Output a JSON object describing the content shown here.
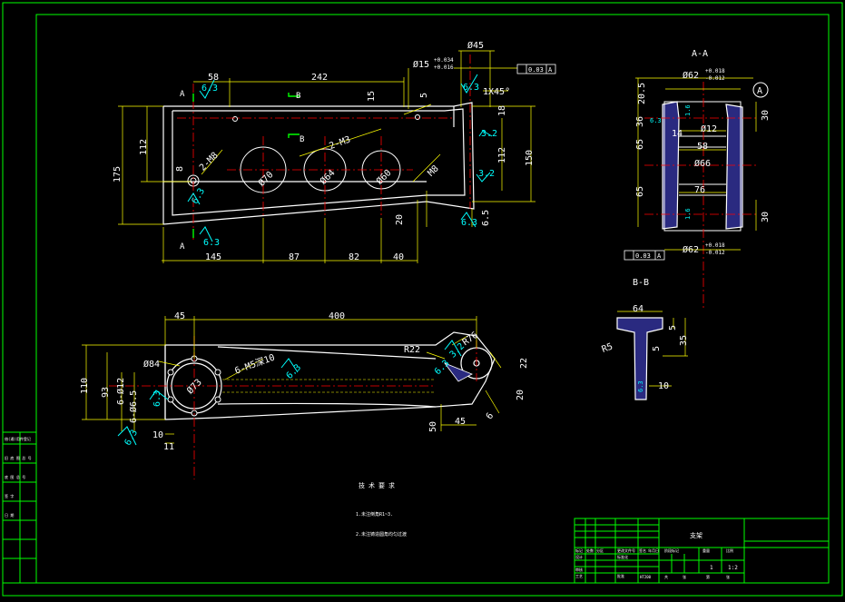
{
  "colors": {
    "background": "#000000",
    "frame": "#00ff00",
    "outline": "#ffffff",
    "dimension": "#ffff00",
    "centerline": "#ff0000",
    "finish": "#00ffff",
    "hole_fill": "#2a2a80"
  },
  "top_view": {
    "dims": [
      "58",
      "242",
      "15",
      "5",
      "175",
      "112",
      "112",
      "150",
      "145",
      "87",
      "82",
      "40",
      "20",
      "6.5",
      "18",
      "8",
      "1X45°",
      "Ø45"
    ],
    "tolerance_main": "Ø15",
    "tolerance_upper": "+0.034",
    "tolerance_lower": "+0.016",
    "holes": [
      "Ø70",
      "Ø64",
      "Ø60"
    ],
    "thread_labels": [
      "2-M8",
      "2-M3",
      "M8"
    ],
    "section_letters": [
      "A",
      "A",
      "B",
      "B"
    ],
    "roughness": [
      "6.3",
      "6.3",
      "6.3",
      "6.3",
      "3.2",
      "3.2",
      "6.3"
    ],
    "geometric_tolerance": [
      "0.03",
      "A"
    ]
  },
  "section_aa": {
    "title": "A-A",
    "dims": [
      "20.5",
      "36",
      "14",
      "65",
      "65",
      "58",
      "76",
      "30",
      "30",
      "Ø12",
      "Ø66"
    ],
    "bore": "Ø62",
    "bore_upper": "+0.018",
    "bore_lower": "-0.012",
    "bore_bottom": "Ø62",
    "bore_bottom_upper": "+0.018",
    "bore_bottom_lower": "-0.012",
    "datum": "A",
    "roughness": [
      "6.3",
      "1.6",
      "1.6"
    ],
    "geometric_tolerance": [
      "0.03",
      "A"
    ]
  },
  "section_bb": {
    "title": "B-B",
    "dims": [
      "64",
      "5",
      "35",
      "5",
      "R5",
      "10"
    ],
    "roughness": [
      "6.3"
    ]
  },
  "front_view": {
    "dims": [
      "45",
      "400",
      "R76",
      "R22",
      "22",
      "20",
      "45",
      "50",
      "110",
      "93",
      "10",
      "11",
      "6"
    ],
    "labels": [
      "Ø84",
      "Ø73",
      "6-M5深10",
      "6-Ø12",
      "6-Ø6.5"
    ],
    "roughness": [
      "6.3",
      "6.3",
      "6.3",
      "3.2",
      "6.3"
    ]
  },
  "notes": {
    "heading": "技术要求",
    "items": [
      "1.未注倒角R1~3.",
      "2.未注铸造圆角均匀过渡"
    ]
  },
  "left_block": [
    "借(通)用件登记",
    "旧 底 图 总 号",
    "底 图 总 号",
    "签 字",
    "日 期"
  ],
  "title_block": {
    "part_name": "支架",
    "scale": "1:2",
    "qty": "1",
    "labels": [
      "标记",
      "处数",
      "分区",
      "更改文件号",
      "签名",
      "年月日",
      "设计",
      "标准化",
      "阶段标记",
      "重量",
      "比例",
      "审核",
      "工艺",
      "批准",
      "共",
      "张",
      "第",
      "张",
      "HT200"
    ]
  }
}
